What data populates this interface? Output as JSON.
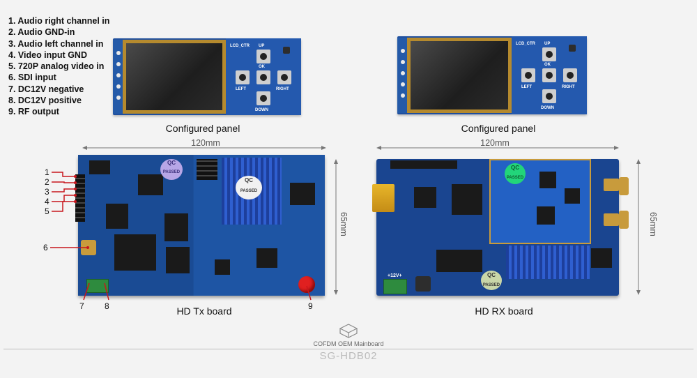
{
  "legend": [
    "1. Audio right channel in",
    "2. Audio GND-in",
    "3. Audio left channel in",
    "4. Video input GND",
    "5. 720P analog video in",
    "6. SDI input",
    "7. DC12V negative",
    "8. DC12V positive",
    "9. RF output"
  ],
  "panels": {
    "left_caption": "Configured panel",
    "right_caption": "Configured panel",
    "keypad_labels": [
      "UP",
      "OK",
      "LEFT",
      "RIGHT",
      "DOWN",
      "LCD_CTR"
    ]
  },
  "tx_board": {
    "caption": "HD Tx board",
    "width_label": "120mm",
    "height_label": "65mm",
    "qc_badge": [
      "QC",
      "PASSED"
    ],
    "callouts": [
      "1",
      "2",
      "3",
      "4",
      "5",
      "6",
      "7",
      "8",
      "9"
    ]
  },
  "rx_board": {
    "caption": "HD RX board",
    "width_label": "120mm",
    "height_label": "65mm",
    "qc_badge": [
      "QC",
      "PASSED"
    ],
    "power_label": "+12V+"
  },
  "footer": {
    "brand_sub": "COFDM OEM Mainboard",
    "model": "SG-HDB02"
  },
  "colors": {
    "pcb_blue": "#1c4f9a",
    "callout_red": "#c8161d",
    "terminal_green": "#2e8b3e"
  }
}
